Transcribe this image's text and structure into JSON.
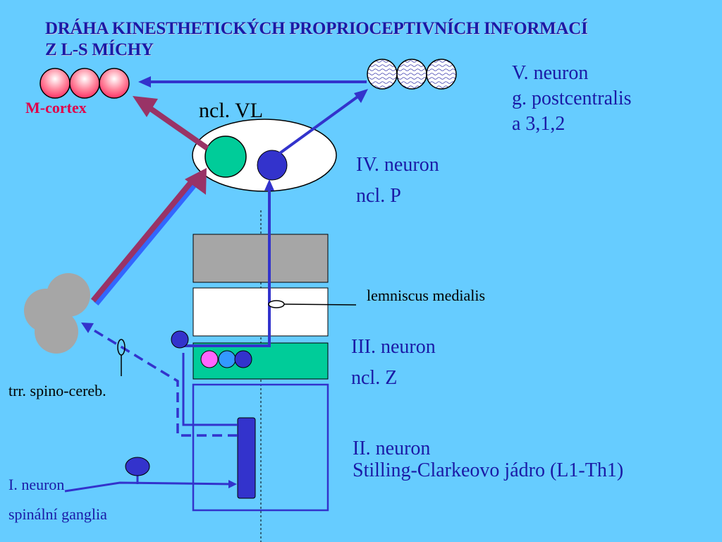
{
  "title_line1": "DRÁHA KINESTHETICKÝCH PROPRIOCEPTIVNÍCH INFORMACÍ",
  "title_line2": "Z L-S MÍCHY",
  "m_cortex": "M-cortex",
  "ncl_vl": "ncl. VL",
  "neuron5": [
    "V. neuron",
    "g. postcentralis",
    "a 3,1,2"
  ],
  "neuron4": [
    "IV. neuron",
    "ncl. P"
  ],
  "lemniscus": "lemniscus medialis",
  "neuron3": [
    "III. neuron",
    "ncl. Z"
  ],
  "neuron2": [
    "II. neuron",
    "Stilling-Clarkeovo jádro (L1-Th1)"
  ],
  "neuron1": [
    "I. neuron",
    "spinální ganglia"
  ],
  "trr": "trr. spino-cereb.",
  "colors": {
    "background": "#66CCFF",
    "pathway": "#3333CC",
    "motor_arrow": "#993366",
    "cortex_cells": "#FF5577",
    "nucleus_green": "#00CC99",
    "cerebellum": "#A6A6A6",
    "title": "#1A1AA6"
  }
}
